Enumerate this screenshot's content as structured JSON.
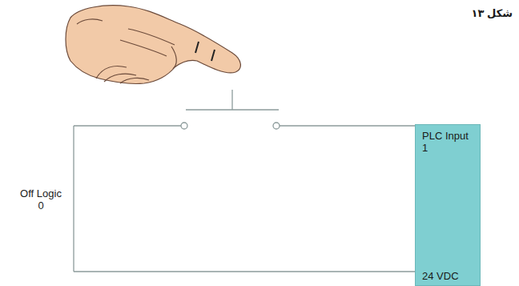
{
  "diagram": {
    "nodes": [
      {
        "text": [
          "PLC Input 1",
          "24 VDC"
        ]
      }
    ],
    "labels": [
      "شکل ۱۳",
      "Off Logic 0"
    ]
  }
}
